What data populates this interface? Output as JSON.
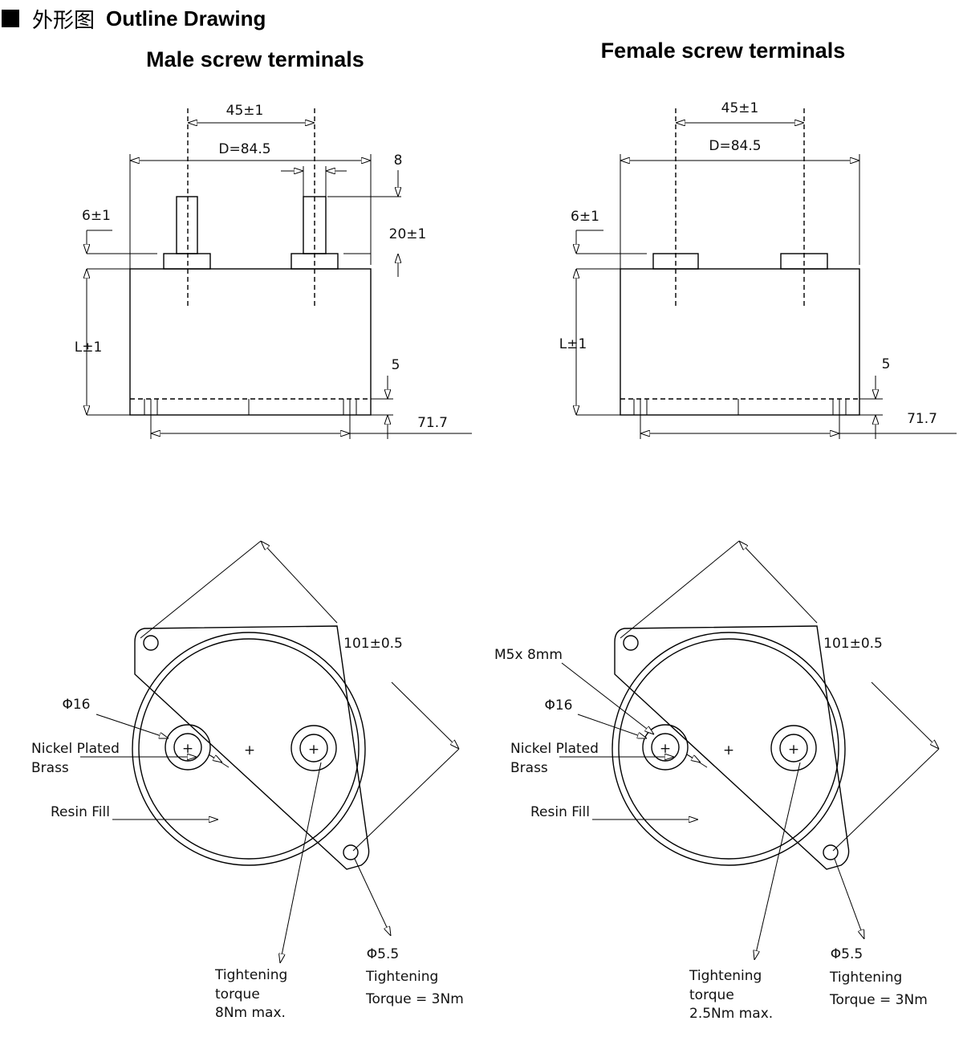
{
  "header": {
    "square_icon": "black-square-icon",
    "title_cn": "外形图",
    "title_en": "Outline Drawing"
  },
  "views": {
    "male": {
      "title": "Male screw terminals",
      "dims": {
        "pitch": "45±1",
        "diameter": "D=84.5",
        "stud_w": "8",
        "shoulder": "6±1",
        "stud_h": "20±1",
        "length": "L±1",
        "rim": "5",
        "groove": "71.7"
      },
      "bottom": {
        "size": "101±0.5",
        "terminal_dia": "Φ16",
        "material": [
          "Nickel Plated",
          "Brass"
        ],
        "fill": "Resin Fill",
        "hole": "Φ5.5",
        "hole_torque": [
          "Tightening",
          "Torque = 3Nm"
        ],
        "terminal_torque": [
          "Tightening",
          "torque",
          "8Nm max."
        ]
      }
    },
    "female": {
      "title": "Female screw terminals",
      "dims": {
        "pitch": "45±1",
        "diameter": "D=84.5",
        "shoulder": "6±1",
        "length": "L±1",
        "rim": "5",
        "groove": "71.7"
      },
      "bottom": {
        "size": "101±0.5",
        "thread": "M5x 8mm",
        "terminal_dia": "Φ16",
        "material": [
          "Nickel Plated",
          "Brass"
        ],
        "fill": "Resin Fill",
        "hole": "Φ5.5",
        "hole_torque": [
          "Tightening",
          "Torque = 3Nm"
        ],
        "terminal_torque": [
          "Tightening",
          "torque",
          "2.5Nm max."
        ]
      }
    }
  }
}
